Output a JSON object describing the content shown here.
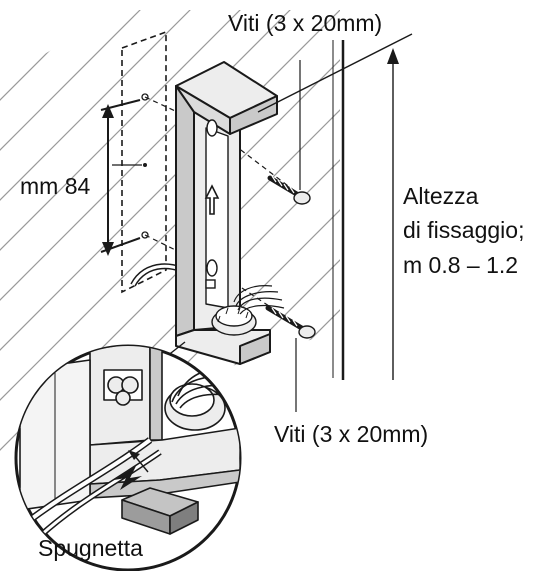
{
  "labels": {
    "screws_top": "Viti (3 x 20mm)",
    "screws_bottom": "Viti (3 x 20mm)",
    "distance": "mm 84",
    "height_line1": "Altezza",
    "height_line2": "di fissaggio;",
    "height_line3": "m 0.8 – 1.2",
    "sponge": "Spugnetta"
  },
  "colors": {
    "stroke": "#1a1a1a",
    "hatch": "#9a9a9a",
    "bracket_fill": "#ededed",
    "bracket_shade": "#c9c9c9",
    "sponge_fill": "#9c9c9c"
  },
  "icons": {
    "arrow_on_bracket": "up-arrow-icon"
  }
}
